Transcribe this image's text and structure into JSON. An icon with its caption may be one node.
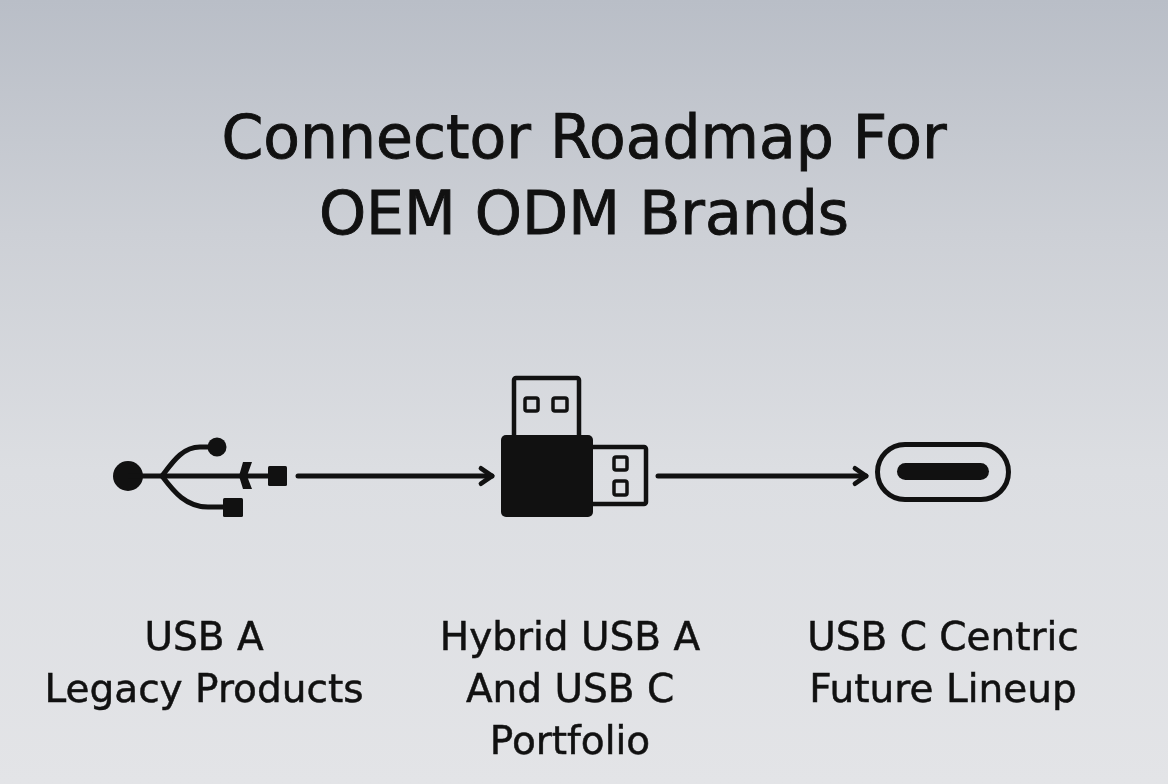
{
  "diagram": {
    "title": "Connector Roadmap For OEM ODM Brands",
    "nodes": [
      {
        "text": [],
        "shape": "picture",
        "beside": [
          "USB A",
          "Legacy Products"
        ]
      },
      {
        "text": [],
        "shape": "picture",
        "beside": [
          "Hybrid USB A And USB C Portfolio"
        ]
      },
      {
        "text": [],
        "shape": "picture",
        "beside": [
          "USB C Centric Future Lineup"
        ]
      }
    ],
    "edges": [
      {
        "from": 0,
        "to": 1,
        "arrow": "to"
      },
      {
        "from": 1,
        "to": 2,
        "arrow": "to"
      }
    ]
  }
}
